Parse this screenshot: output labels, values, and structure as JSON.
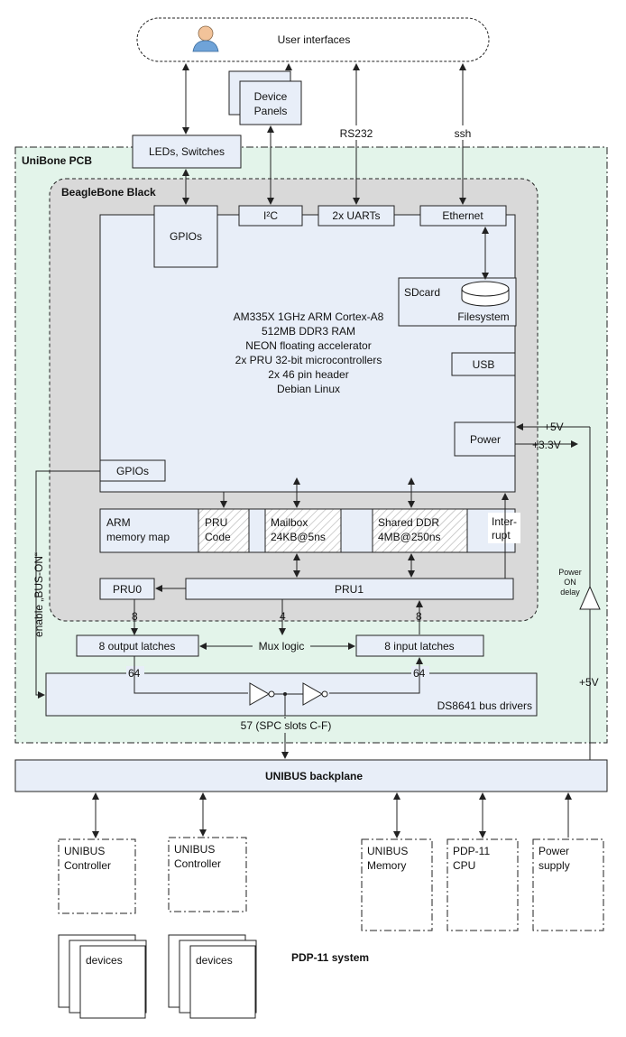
{
  "user_interfaces": "User interfaces",
  "device_panels": [
    "Device",
    "Panels"
  ],
  "leds_switches": "LEDs, Switches",
  "rs232": "RS232",
  "ssh": "ssh",
  "unibone_pcb": "UniBone PCB",
  "beaglebone_black": "BeagleBone Black",
  "gpios_top": "GPIOs",
  "i2c": "I²C",
  "uarts": "2x UARTs",
  "ethernet": "Ethernet",
  "sdcard": "SDcard",
  "filesystem": "Filesystem",
  "cpu_lines": [
    "AM335X 1GHz ARM Cortex-A8",
    "512MB DDR3 RAM",
    "NEON floating accelerator",
    "2x PRU 32-bit microcontrollers",
    "2x 46 pin header",
    "Debian Linux"
  ],
  "usb": "USB",
  "power": "Power",
  "plus5v": "+5V",
  "plus3v3": "+3.3V",
  "gpios_left": "GPIOs",
  "arm_memory_map": [
    "ARM",
    "memory map"
  ],
  "pru_code": [
    "PRU",
    "Code"
  ],
  "mailbox": [
    "Mailbox",
    "24KB@5ns"
  ],
  "shared_ddr": [
    "Shared DDR",
    "4MB@250ns"
  ],
  "interrupt": [
    "Inter-",
    "rupt"
  ],
  "pru0": "PRU0",
  "pru1": "PRU1",
  "enable_bus_on": "enable „BUS-ON“",
  "power_on_delay": [
    "Power",
    "ON",
    "delay"
  ],
  "bits_8_left": "8",
  "bits_4": "4",
  "bits_8_right": "8",
  "output_latches": "8 output latches",
  "mux_logic": "Mux logic",
  "input_latches": "8 input latches",
  "bits_64_left": "64",
  "bits_64_right": "64",
  "bus_drivers": "DS8641 bus drivers",
  "plus5v_right": "+5V",
  "spc_slots": "57 (SPC slots C-F)",
  "unibus_backplane": "UNIBUS backplane",
  "unibus_controller_1": [
    "UNIBUS",
    "Controller"
  ],
  "unibus_controller_2": [
    "UNIBUS",
    "Controller"
  ],
  "unibus_memory": [
    "UNIBUS",
    "Memory"
  ],
  "pdp11_cpu": [
    "PDP-11",
    "CPU"
  ],
  "power_supply": [
    "Power",
    "supply"
  ],
  "devices_1": "devices",
  "devices_2": "devices",
  "pdp11_system": "PDP-11 system",
  "colors": {
    "pcb_fill": "#e3f4ea",
    "bbb_fill": "#d9d9d9",
    "block_fill": "#e8eef8",
    "stroke": "#222222"
  }
}
